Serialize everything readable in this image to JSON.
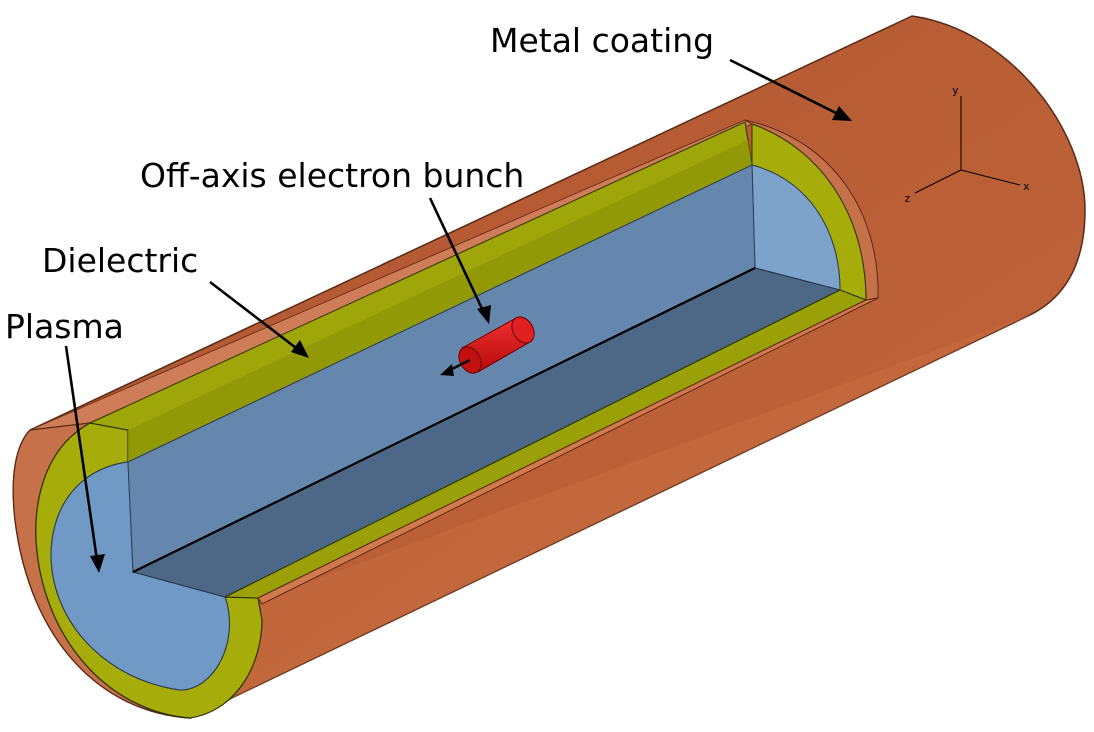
{
  "diagram": {
    "labels": {
      "metal": "Metal coating",
      "bunch": "Off-axis electron bunch",
      "dielectric": "Dielectric",
      "plasma": "Plasma"
    },
    "axes": {
      "x": "x",
      "y": "y",
      "z": "z"
    },
    "colors": {
      "metal": "#b55a32",
      "metal_dark": "#8e4124",
      "metal_light": "#d27a4e",
      "dielectric": "#a4ab0b",
      "dielectric_dark": "#8c9202",
      "plasma_light": "#7ea3cb",
      "plasma_mid": "#6d8fb4",
      "plasma_dark": "#4f6987",
      "bunch": "#d81212",
      "outline": "#000000"
    }
  }
}
